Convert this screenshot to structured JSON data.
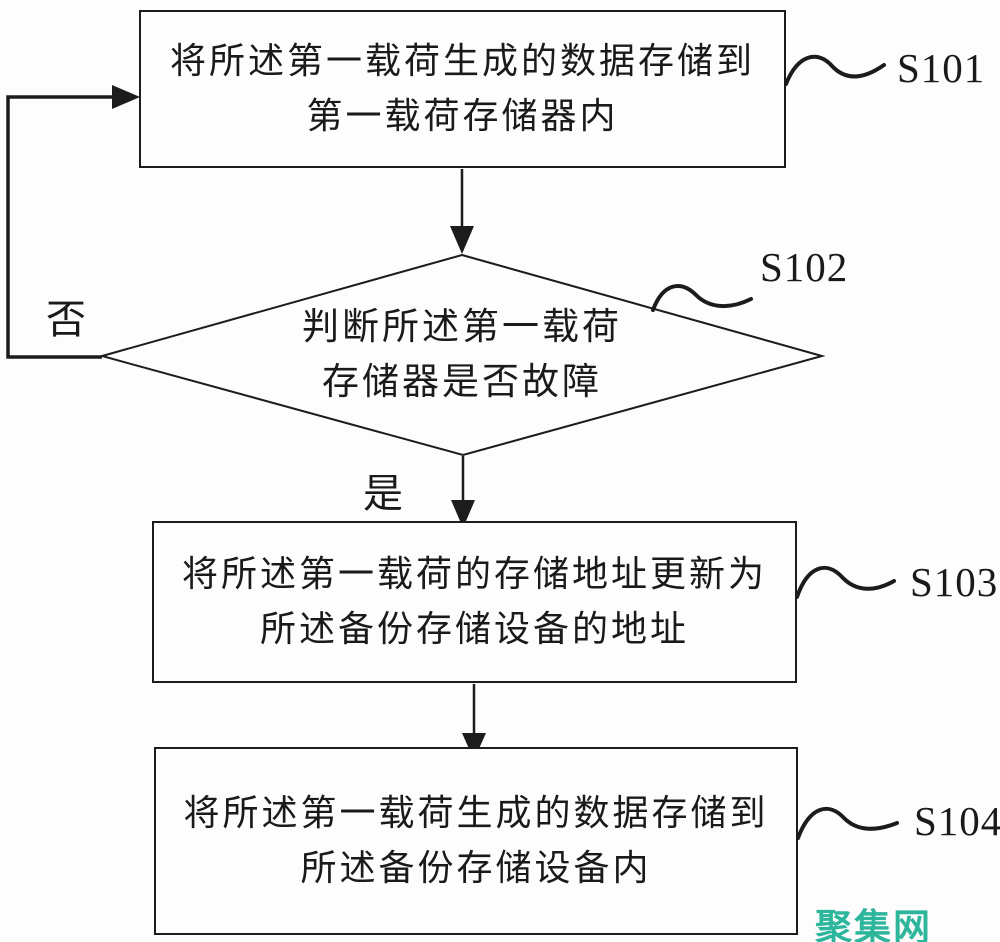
{
  "figure": {
    "type": "flowchart",
    "steps": [
      {
        "id": "S101",
        "shape": "process",
        "line1": "将所述第一载荷生成的数据存储到",
        "line2": "第一载荷存储器内"
      },
      {
        "id": "S102",
        "shape": "decision",
        "line1": "判断所述第一载荷",
        "line2": "存储器是否故障"
      },
      {
        "id": "S103",
        "shape": "process",
        "line1": "将所述第一载荷的存储地址更新为",
        "line2": "所述备份存储设备的地址"
      },
      {
        "id": "S104",
        "shape": "process",
        "line1": "将所述第一载荷生成的数据存储到",
        "line2": "所述备份存储设备内"
      }
    ],
    "branches": {
      "no_label": "否",
      "yes_label": "是"
    },
    "edges": [
      {
        "from": "S101",
        "to": "S102",
        "label": ""
      },
      {
        "from": "S102",
        "to": "S101",
        "label": "否"
      },
      {
        "from": "S102",
        "to": "S103",
        "label": "是"
      },
      {
        "from": "S103",
        "to": "S104",
        "label": ""
      }
    ],
    "line_color": "#1c1c1c",
    "watermark": {
      "text": "聚集网",
      "color": "#2eb69c"
    }
  }
}
